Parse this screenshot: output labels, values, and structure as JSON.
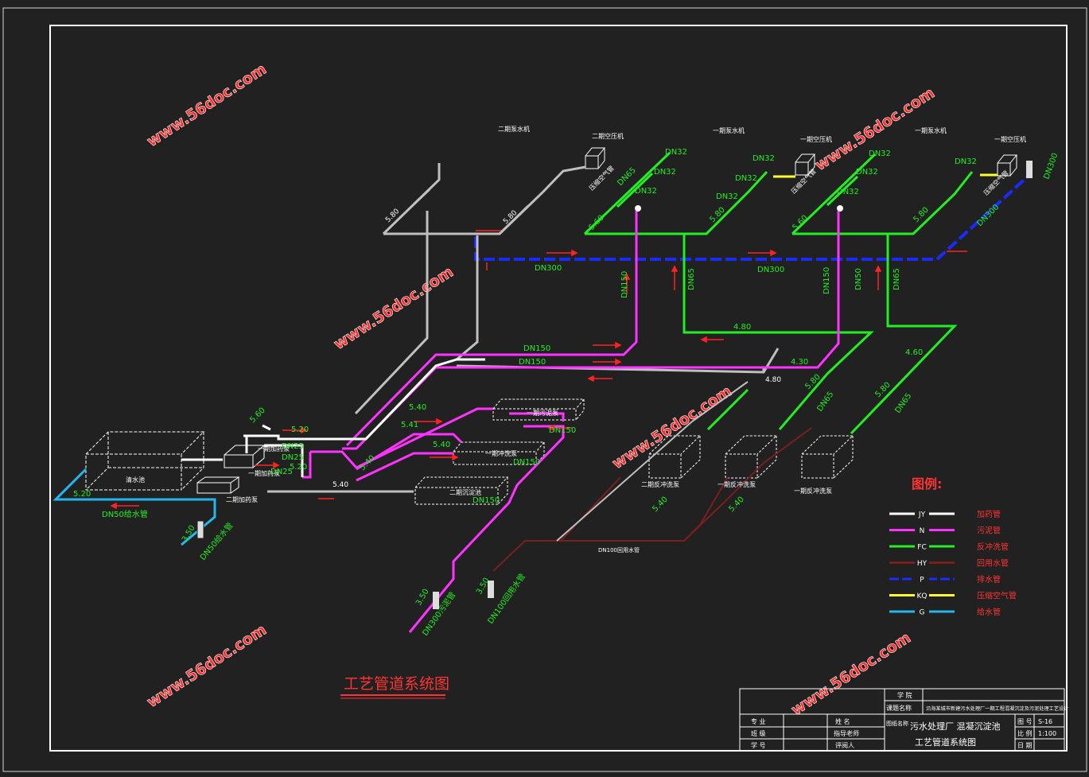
{
  "watermark": "www.56doc.com",
  "title": "工艺管道系统图",
  "legend": {
    "heading": "图例:",
    "items": [
      {
        "code": "JY",
        "name": "加药管",
        "color": "#ffffff"
      },
      {
        "code": "N",
        "name": "污泥管",
        "color": "#ff33ff"
      },
      {
        "code": "FC",
        "name": "反冲洗管",
        "color": "#22ee22"
      },
      {
        "code": "HY",
        "name": "回用水管",
        "color": "#7a1f1f"
      },
      {
        "code": "P",
        "name": "排水管",
        "color": "#1a2bff"
      },
      {
        "code": "KQ",
        "name": "压缩空气管",
        "color": "#ffff33"
      },
      {
        "code": "G",
        "name": "给水管",
        "color": "#22b8ee"
      }
    ]
  },
  "equipment": {
    "phase2_pump": "二期泵水机",
    "phase2_compressor": "二期空压机",
    "phase1_pump_a": "一期泵水机",
    "phase1_compressor_a": "一期空压机",
    "phase1_pump_b": "一期泵水机",
    "phase1_compressor_b": "一期空压机",
    "clear_tank": "清水池",
    "dosing_pump1": "一期加药泵",
    "dosing_pump2": "一期加药泵",
    "dosing_pump3": "二期加药泵",
    "sludge_pump": "一期污泥泵",
    "backwash_pump": "一期冲洗泵",
    "sludge_tank2": "二期沉淀池",
    "backwash_pool_a": "二期反冲洗泵",
    "backwash_pool_b": "一期反冲洗泵",
    "backwash_pool_c": "一期反冲洗泵"
  },
  "pipe_labels": {
    "dn300_a": "DN300",
    "dn300_b": "DN300",
    "dn300_c": "DN300",
    "dn300_d": "DN300",
    "dn150_a": "DN150",
    "dn150_b": "DN150",
    "dn150_c": "DN150",
    "dn150_d": "DN150",
    "dn150_e": "DN150",
    "dn150_f": "DN150",
    "dn150_g": "DN150",
    "dn65_a": "DN65",
    "dn65_b": "DN65",
    "dn65_c": "DN65",
    "dn65_d": "DN65",
    "dn65_e": "DN65",
    "dn50_a": "DN50",
    "dn50_b": "DN50",
    "dn32_a": "DN32",
    "dn32_b": "DN32",
    "dn32_c": "DN32",
    "dn32_d": "DN32",
    "dn32_e": "DN32",
    "dn32_f": "DN32",
    "dn32_g": "DN32",
    "dn32_h": "DN32",
    "dn32_i": "DN32",
    "dn32_j": "DN32",
    "dn25_a": "DN25",
    "dn25_b": "DN25",
    "dn25_c": "DN25",
    "dn50_water": "DN50给水管",
    "dn50_feed": "DN50给水管",
    "dn100_reuse": "DN100回用水管",
    "dn100_reuse2": "DN100回用水管",
    "dn300_sludge": "DN300污泥管",
    "compressed_air_a": "压缩空气管",
    "compressed_air_b": "压缩空气管",
    "compressed_air_c": "压缩空气管"
  },
  "elevations": {
    "e480": "4.80",
    "e430": "4.30",
    "e460": "4.60",
    "e580a": "5.80",
    "e580b": "5.80",
    "e560a": "5.60",
    "e560b": "5.60",
    "e580c": "5.80",
    "e580d": "5.80",
    "e580e": "5.80",
    "e540a": "5.40",
    "e540b": "5.40",
    "e540c": "5.40",
    "e540d": "5.40",
    "e540e": "5.40",
    "e541": "5.41",
    "e520a": "5.20",
    "e520b": "5.20",
    "e520c": "5.20",
    "e560c": "5.60",
    "e350a": "3.50",
    "e350b": "3.50",
    "e350c": "3.50",
    "e580f": "5.80",
    "e480b": "4.80"
  },
  "title_block": {
    "school": "学 院",
    "project_name_label": "课题名称",
    "project_name": "沿海某城市新建污水处理厂一期工程混凝沉淀及污泥处理工艺设计",
    "major": "专 业",
    "class": "班 级",
    "student_no": "学 号",
    "name": "姓 名",
    "advisor": "指导老师",
    "reviewer": "评阅人",
    "drawing_name_label": "图纸名称",
    "drawing_name_line1": "污水处理厂 混凝沉淀池",
    "drawing_name_line2": "工艺管道系统图",
    "drawing_no_label": "图 号",
    "drawing_no": "S-16",
    "scale_label": "比 例",
    "scale": "1:100",
    "date_label": "日 期"
  }
}
